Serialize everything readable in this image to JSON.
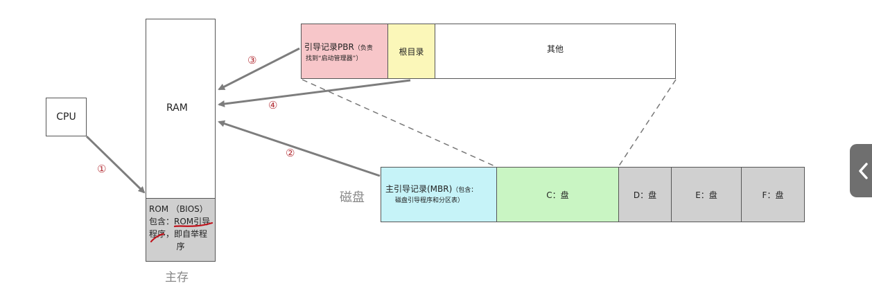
{
  "cpu": {
    "label": "CPU"
  },
  "main_memory": {
    "ram_label": "RAM",
    "rom_lines": [
      "ROM （BIOS）",
      "包含：ROM引导",
      "程序，即自举程",
      "序"
    ],
    "caption": "主存"
  },
  "disk": {
    "caption": "磁盘",
    "mbr_line1": "主引导记录(MBR)",
    "mbr_small1": "（包含：",
    "mbr_small2": "磁盘引导程序和分区表）",
    "partitions": [
      "C：盘",
      "D：盘",
      "E：盘",
      "F：盘"
    ]
  },
  "partition_detail": {
    "pbr_line1": "引导记录PBR",
    "pbr_small1": "（负责",
    "pbr_small2": "找到“启动管理器”）",
    "root_dir": "根目录",
    "other": "其他"
  },
  "steps": [
    "①",
    "②",
    "③",
    "④"
  ],
  "colors": {
    "rom_bg": "#cfcfcf",
    "pbr_bg": "#f7c6c9",
    "root_bg": "#fbf7b9",
    "mbr_bg": "#c6f3f8",
    "c_bg": "#c9f5c3",
    "other_part_bg": "#d0d0d0",
    "arrow": "#7d7d7d",
    "step_color": "#b5333a",
    "annotation": "#c0121b"
  },
  "icons": {
    "side_tab": "chevron-left-icon"
  }
}
